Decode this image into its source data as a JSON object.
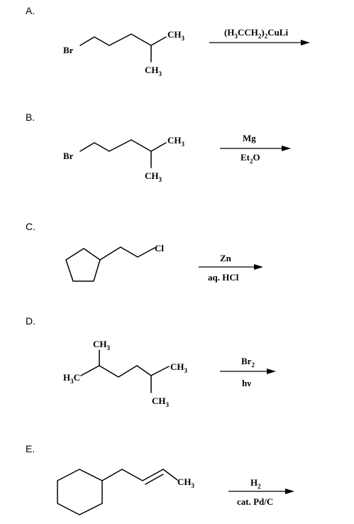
{
  "problems": [
    {
      "label": "A.",
      "atoms": {
        "br": "Br",
        "ch3_top": "CH3",
        "ch3_bottom": "CH3"
      },
      "reagent_above": "(H3CCH2)2CuLi",
      "reagent_below": ""
    },
    {
      "label": "B.",
      "atoms": {
        "br": "Br",
        "ch3_top": "CH3",
        "ch3_bottom": "CH3"
      },
      "reagent_above": "Mg",
      "reagent_below": "Et2O"
    },
    {
      "label": "C.",
      "atoms": {
        "cl": "Cl"
      },
      "reagent_above": "Zn",
      "reagent_below": "aq. HCl"
    },
    {
      "label": "D.",
      "atoms": {
        "ch3_topleft": "CH3",
        "h3c": "H3C",
        "ch3_right": "CH3",
        "ch3_bottom": "CH3"
      },
      "reagent_above": "Br2",
      "reagent_below": "hν"
    },
    {
      "label": "E.",
      "atoms": {
        "ch3": "CH3"
      },
      "reagent_above": "H2",
      "reagent_below": "cat. Pd/C"
    }
  ]
}
